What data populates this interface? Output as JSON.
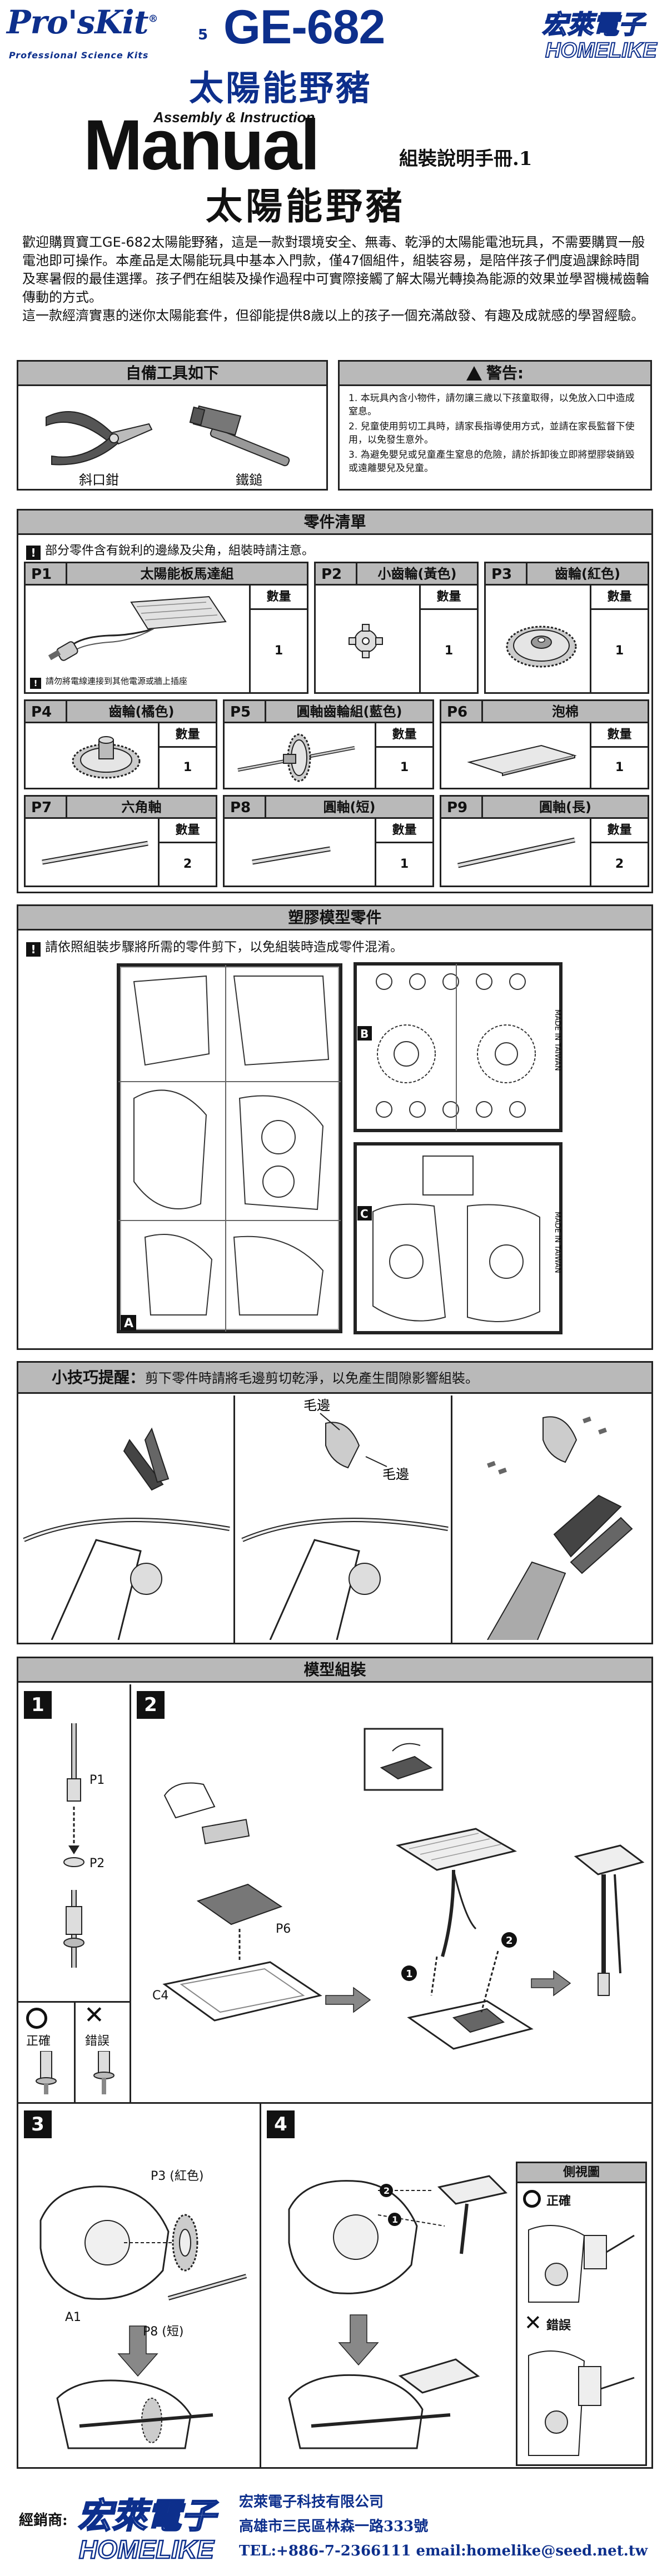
{
  "header": {
    "brand": "Pro'sKit",
    "brand_reg": "®",
    "brand_tagline": "Professional Science Kits",
    "age": "5",
    "model": "GE-682",
    "distributor_cn": "宏萊電子",
    "distributor_en": "HOMELIKE",
    "title_cn": "太陽能野豬",
    "assembly": "Assembly & Instruction",
    "manual": "Manual",
    "manual_sub": "組裝說明手冊.1",
    "title_cn_bottom": "太陽能野豬"
  },
  "intro": {
    "p1": "歡迎購買寶工GE-682太陽能野豬，這是一款對環境安全、無毒、乾淨的太陽能電池玩具，不需要購買一般電池即可操作。本產品是太陽能玩具中基本入門款，僅47個組件，組裝容易，是陪伴孩子們度過課餘時間及寒暑假的最佳選擇。孩子們在組裝及操作過程中可實際接觸了解太陽光轉換為能源的效果並學習機械齒輪傳動的方式。",
    "p2": "這一款經濟實惠的迷你太陽能套件，但卻能提供8歲以上的孩子一個充滿啟發、有趣及成就感的學習經驗。"
  },
  "tools": {
    "heading": "自備工具如下",
    "items": [
      {
        "label": "斜口鉗",
        "icon": "diagonal-pliers-icon"
      },
      {
        "label": "鐵鎚",
        "icon": "hammer-icon"
      }
    ]
  },
  "warning": {
    "heading": "警告:",
    "items": [
      "1. 本玩具內含小物件，請勿讓三歲以下孩童取得，以免放入口中造成窒息。",
      "2. 兒童使用剪切工具時，請家長指導使用方式，並請在家長監督下使用，以免發生意外。",
      "3. 為避免嬰兒或兒童產生窒息的危險，請於拆卸後立即將塑膠袋銷毀或遠離嬰兒及兒童。"
    ]
  },
  "parts": {
    "heading": "零件清單",
    "note": "部分零件含有銳利的邊緣及尖角，組裝時請注意。",
    "qty_label": "數量",
    "p1_note": "請勿將電線連接到其他電源或牆上插座",
    "items": [
      {
        "id": "P1",
        "name": "太陽能板馬達組",
        "qty": "1"
      },
      {
        "id": "P2",
        "name": "小齒輪(黃色)",
        "qty": "1"
      },
      {
        "id": "P3",
        "name": "齒輪(紅色)",
        "qty": "1"
      },
      {
        "id": "P4",
        "name": "齒輪(橘色)",
        "qty": "1"
      },
      {
        "id": "P5",
        "name": "圓軸齒輪組(藍色)",
        "qty": "1"
      },
      {
        "id": "P6",
        "name": "泡棉",
        "qty": "1"
      },
      {
        "id": "P7",
        "name": "六角軸",
        "qty": "2"
      },
      {
        "id": "P8",
        "name": "圓軸(短)",
        "qty": "1"
      },
      {
        "id": "P9",
        "name": "圓軸(長)",
        "qty": "2"
      }
    ]
  },
  "plastic": {
    "heading": "塑膠模型零件",
    "note": "請依照組裝步驟將所需的零件剪下，以免組裝時造成零件混淆。",
    "sheet_a": "A",
    "sheet_b": "B",
    "sheet_c": "C",
    "made_in": "MADE IN TAIWAN"
  },
  "tips": {
    "heading": "小技巧提醒：",
    "text": "剪下零件時請將毛邊剪切乾淨，以免產生間隙影響組裝。",
    "burr1": "毛邊",
    "burr2": "毛邊"
  },
  "assembly": {
    "heading": "模型組裝",
    "step1": "1",
    "step2": "2",
    "step3": "3",
    "step4": "4",
    "p1": "P1",
    "p2": "P2",
    "p6": "P6",
    "c4": "C4",
    "a1": "A1",
    "p3": "P3 (紅色)",
    "p8": "P8 (短)",
    "correct": "正確",
    "wrong": "錯誤",
    "side_view": "側視圖",
    "circle1": "1",
    "circle2": "2"
  },
  "footer": {
    "label": "經銷商:",
    "company": "宏萊電子科技有限公司",
    "address": "高雄市三民區林森一路333號",
    "contact": "TEL:+886-7-2366111  email:homelike@seed.net.tw"
  }
}
